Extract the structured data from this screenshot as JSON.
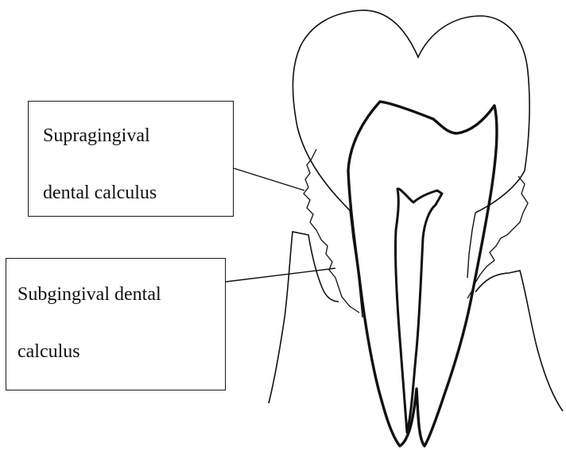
{
  "labels": {
    "supragingival": {
      "line1": "Supragingival",
      "line2": "dental calculus"
    },
    "subgingival": {
      "line1": "Subgingival dental",
      "line2": "calculus"
    }
  },
  "colors": {
    "stroke": "#111111",
    "background": "#ffffff"
  }
}
